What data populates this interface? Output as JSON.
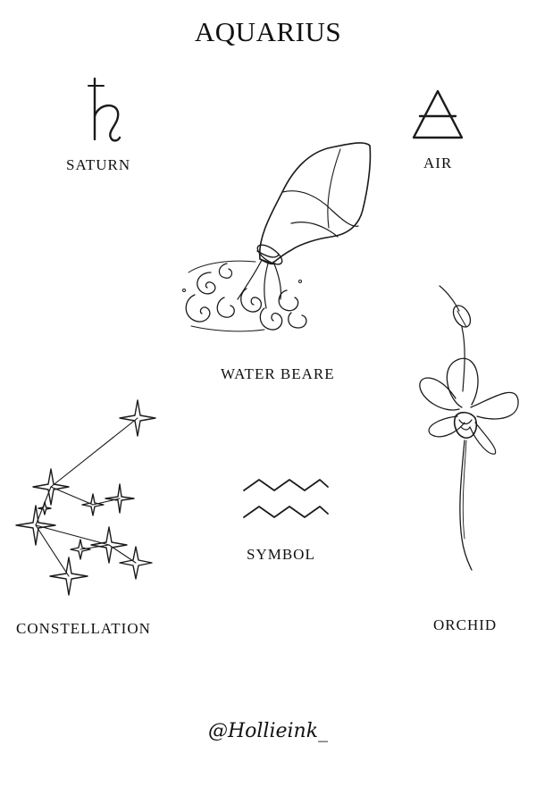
{
  "title": "AQUARIUS",
  "items": {
    "saturn": {
      "label": "SATURN",
      "icon": "saturn-glyph-icon"
    },
    "air": {
      "label": "AIR",
      "icon": "air-element-triangle-icon"
    },
    "water_bearer": {
      "label": "WATER BEARE",
      "icon": "water-jug-illustration"
    },
    "orchid": {
      "label": "ORCHID",
      "icon": "orchid-flower-illustration"
    },
    "constellation": {
      "label": "CONSTELLATION",
      "icon": "constellation-stars-illustration"
    },
    "symbol": {
      "label": "SYMBOL",
      "icon": "aquarius-waves-icon"
    }
  },
  "signature": "@Hollieink_",
  "colors": {
    "ink": "#1a1a1a",
    "background": "#ffffff"
  }
}
